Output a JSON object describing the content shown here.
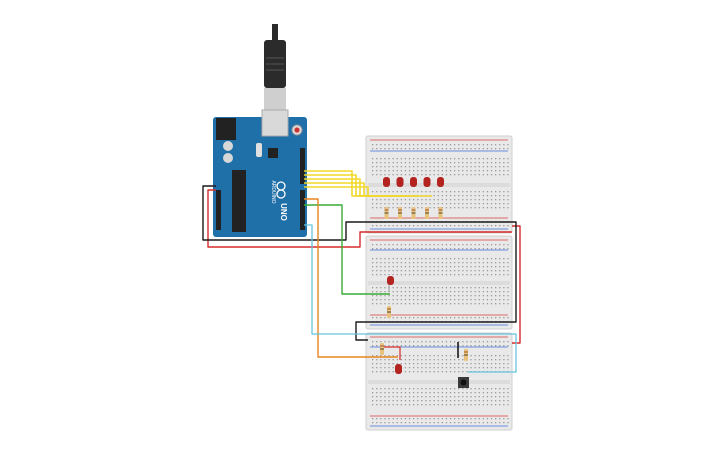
{
  "canvas": {
    "background": "#ffffff"
  },
  "arduino": {
    "label_uno": "UNO",
    "label_brand": "ARDUINO",
    "board_color": "#1f6fa8",
    "usb_plug_color": "#2b2b2b",
    "usb_connector_color": "#cfcfcf"
  },
  "breadboards": {
    "count": 3,
    "body_color": "#e9e9e9",
    "rail_red": "#d83a3a",
    "rail_blue": "#3a6fd8"
  },
  "components": {
    "leds_top_count": 5,
    "led_color": "#b3231f",
    "resistor_color": "#e8c27a",
    "pushbutton_count": 1
  },
  "wires": {
    "yellow": "#f2d82a",
    "red": "#d62b2b",
    "black": "#1a1a1a",
    "green": "#3aaa35",
    "orange": "#e7861e",
    "cyan": "#67c4de"
  }
}
